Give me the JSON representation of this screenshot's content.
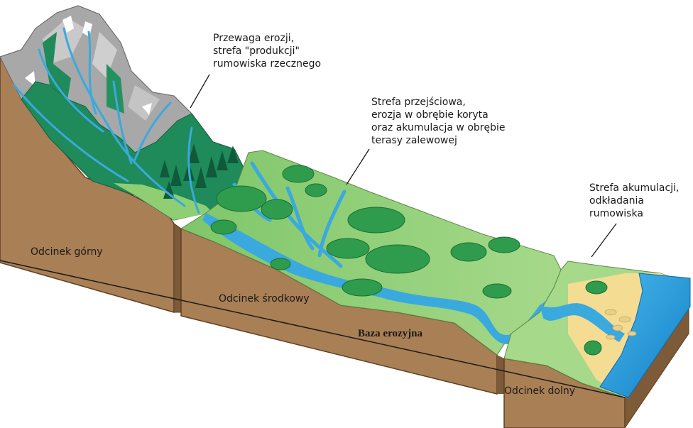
{
  "annotations": {
    "erosion": [
      "Przewaga erozji,",
      "strefa \"produkcji\"",
      "rumowiska rzecznego"
    ],
    "transition": [
      "Strefa przejściowa,",
      "erozja w obrębie koryta",
      "oraz akumulacja w obrębie",
      "terasy zalewowej"
    ],
    "accumulation": [
      "Strefa akumulacji,",
      "odkładania",
      "rumowiska"
    ]
  },
  "sections": {
    "upper": "Odcinek górny",
    "middle": "Odcinek środkowy",
    "lower": "Odcinek dolny"
  },
  "base_level": "Baza erozyjna",
  "colors": {
    "soil": "#a97f55",
    "soil_dark": "#7d5a38",
    "rock": "#a9a9a9",
    "forest": "#1f8a5a",
    "grass": "#8fce72",
    "river": "#3aa9dd",
    "sea": "#1e9ee0",
    "sand": "#f4dc93"
  }
}
